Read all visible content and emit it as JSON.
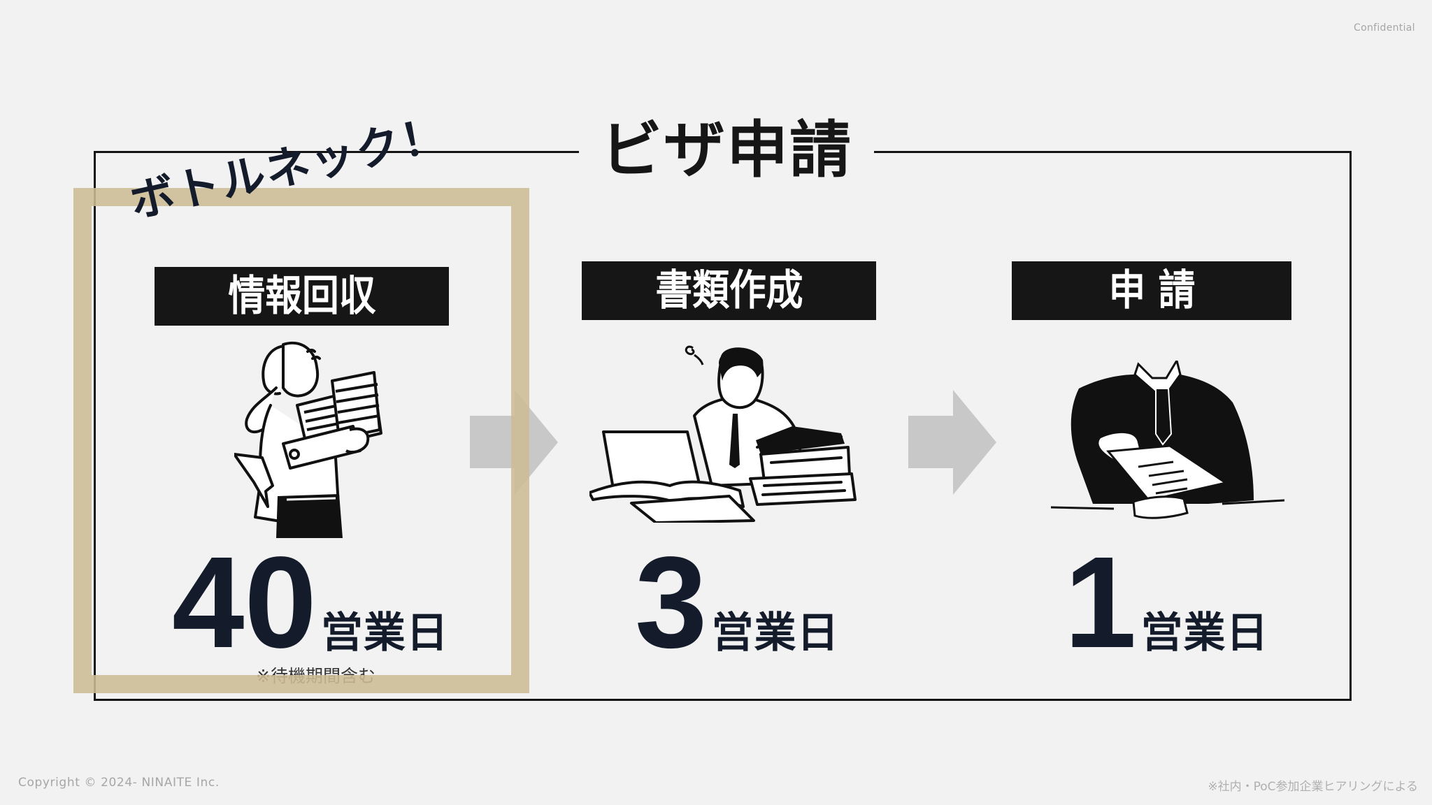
{
  "header": {
    "confidential": "Confidential"
  },
  "title": "ビザ申請",
  "callout": "ボトルネック！",
  "colors": {
    "background": "#f2f2f2",
    "highlight_frame": "#cdbc94",
    "arrow": "#c8c8c8",
    "step_label_bg": "#161616",
    "number_text": "#141b2b"
  },
  "steps": [
    {
      "label": "情報回収",
      "value": "40",
      "unit": "営業日",
      "note": "※待機期間含む",
      "illustration": "woman-carrying-documents-icon",
      "highlighted": true
    },
    {
      "label": "書類作成",
      "value": "3",
      "unit": "営業日",
      "illustration": "man-at-laptop-with-papers-icon"
    },
    {
      "label": "申 請",
      "value": "1",
      "unit": "営業日",
      "illustration": "person-submitting-document-icon"
    }
  ],
  "arrows": [
    "arrow-right-icon",
    "arrow-right-icon"
  ],
  "footer": {
    "copyright": "Copyright © 2024- NINAITE Inc.",
    "source": "※社内・PoC参加企業ヒアリングによる"
  }
}
